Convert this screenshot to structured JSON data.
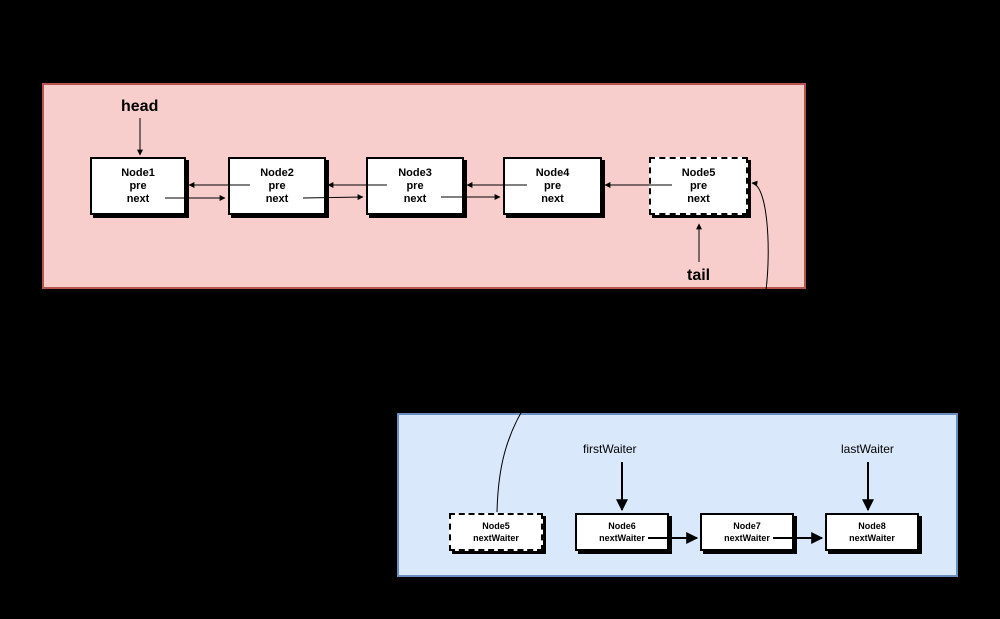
{
  "sync_queue": {
    "head_label": "head",
    "tail_label": "tail",
    "nodes": [
      {
        "name": "Node1",
        "pre": "pre",
        "next": "next"
      },
      {
        "name": "Node2",
        "pre": "pre",
        "next": "next"
      },
      {
        "name": "Node3",
        "pre": "pre",
        "next": "next"
      },
      {
        "name": "Node4",
        "pre": "pre",
        "next": "next"
      },
      {
        "name": "Node5",
        "pre": "pre",
        "next": "next"
      }
    ]
  },
  "condition_queue": {
    "first_waiter_label": "firstWaiter",
    "last_waiter_label": "lastWaiter",
    "nodes": [
      {
        "name": "Node5",
        "field": "nextWaiter"
      },
      {
        "name": "Node6",
        "field": "nextWaiter"
      },
      {
        "name": "Node7",
        "field": "nextWaiter"
      },
      {
        "name": "Node8",
        "field": "nextWaiter"
      }
    ]
  },
  "colors": {
    "sync_panel_fill": "#f8cecc",
    "sync_panel_border": "#b85450",
    "cond_panel_fill": "#dae8fc",
    "cond_panel_border": "#6c8ebf"
  }
}
